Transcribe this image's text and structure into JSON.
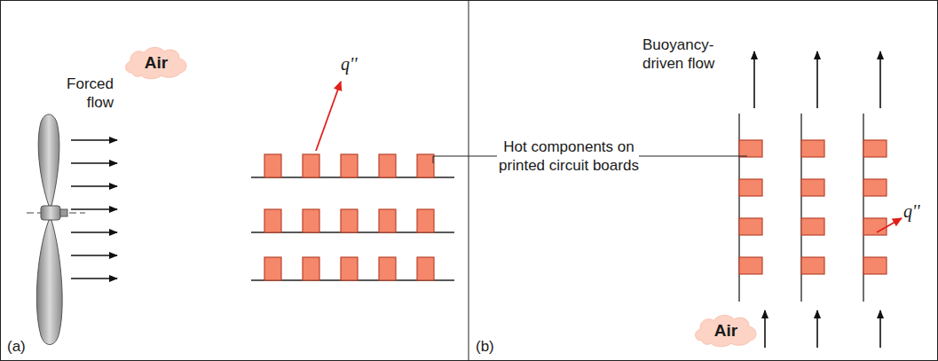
{
  "diagram": {
    "nodes": [
      {
        "text": [
          "Air"
        ]
      },
      {
        "text": [
          "Air"
        ]
      }
    ],
    "labels": [
      "Forced flow",
      "q''",
      "Hot components on printed circuit boards",
      "(a)",
      "Buoyancy-driven flow",
      "q''",
      "(b)"
    ]
  }
}
